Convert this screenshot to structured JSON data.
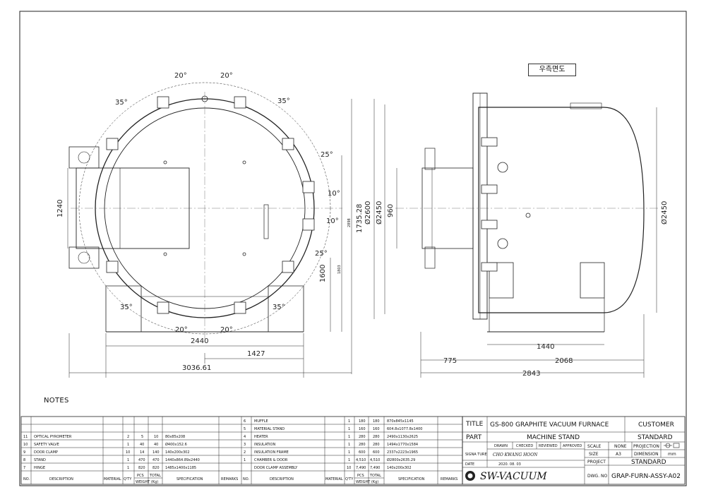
{
  "drawing": {
    "view_label": "우측면도",
    "notes_label": "NOTES",
    "dimensions": {
      "front_width": "2440",
      "front_offset": "1427",
      "front_overall": "3036.61",
      "front_height": "1240",
      "dia_2600": "Ø2600",
      "dia_2450": "Ø2450",
      "h_1600": "1600",
      "h_1735": "1735.28",
      "h_2898": "2898",
      "h_1803": "1803",
      "side_960": "960",
      "side_dia_2450": "Ø2450",
      "side_1440": "1440",
      "side_775": "775",
      "side_2068": "2068",
      "side_overall": "2843"
    },
    "angles": {
      "a_top_l": "20°",
      "a_top_r": "20°",
      "a_35_tl": "35°",
      "a_35_tr": "35°",
      "a_25_r": "25°",
      "a_10_r1": "10°",
      "a_10_r2": "10°",
      "a_25_r2": "25°",
      "a_35_bl": "35°",
      "a_35_br": "35°",
      "a_bot_l": "20°",
      "a_bot_r": "20°"
    }
  },
  "bom": {
    "headers": {
      "no": "NO.",
      "description": "DESCRIPTION",
      "material": "MATERIAL",
      "qty": "Q'TY",
      "weight": "WEIGHT (Kg)",
      "pcs": "PCS",
      "total": "TOTAL",
      "spec": "SPECIFICATION",
      "remarks": "REMARKS"
    },
    "left": [
      {
        "no": "11",
        "desc": "OPTICAL PYROMETER",
        "mat": "",
        "qty": "2",
        "pcs": "5",
        "total": "10",
        "spec": "80x85x208"
      },
      {
        "no": "10",
        "desc": "SAFETY VALVE",
        "mat": "",
        "qty": "1",
        "pcs": "40",
        "total": "40",
        "spec": "Ø400x152.6"
      },
      {
        "no": "9",
        "desc": "DOOR CLAMP",
        "mat": "",
        "qty": "10",
        "pcs": "14",
        "total": "140",
        "spec": "140x200x302"
      },
      {
        "no": "8",
        "desc": "STAND",
        "mat": "",
        "qty": "1",
        "pcs": "470",
        "total": "470",
        "spec": "1440x864.89x2440"
      },
      {
        "no": "7",
        "desc": "HINGE",
        "mat": "",
        "qty": "1",
        "pcs": "820",
        "total": "820",
        "spec": "1485x1400x1185"
      }
    ],
    "right": [
      {
        "no": "6",
        "desc": "MUFFLE",
        "mat": "",
        "qty": "1",
        "pcs": "180",
        "total": "180",
        "spec": "870x845x1145"
      },
      {
        "no": "5",
        "desc": "MATERIAL STAND",
        "mat": "",
        "qty": "1",
        "pcs": "160",
        "total": "160",
        "spec": "604.8x1077.8x1400"
      },
      {
        "no": "4",
        "desc": "HEATER",
        "mat": "",
        "qty": "1",
        "pcs": "280",
        "total": "280",
        "spec": "2490x1130x2625"
      },
      {
        "no": "3",
        "desc": "INSULATION",
        "mat": "",
        "qty": "1",
        "pcs": "280",
        "total": "280",
        "spec": "1494x1770x1584"
      },
      {
        "no": "2",
        "desc": "INSULATION FRAME",
        "mat": "",
        "qty": "1",
        "pcs": "600",
        "total": "600",
        "spec": "2337x2223x1965"
      },
      {
        "no": "1",
        "desc": "CHAMBER & DOOR",
        "mat": "",
        "qty": "1",
        "pcs": "4,510",
        "total": "4,510",
        "spec": "Ø2800x2635.29"
      },
      {
        "no": "",
        "desc": "DOOR CLAMP ASSEMBLY",
        "mat": "",
        "qty": "10",
        "pcs": "7,490",
        "total": "7,490",
        "spec": "140x200x302"
      }
    ]
  },
  "title_block": {
    "title_label": "TITLE",
    "title_value": "GS-800 GRAPHITE VACUUM FURNACE",
    "customer_label": "CUSTOMER",
    "part_label": "PART",
    "part_value": "MACHINE STAND",
    "standard_1": "STANDARD",
    "drawn": "DRAWN",
    "checked": "CHECKED",
    "reviewed": "REVIEWED",
    "approved": "APPROVED",
    "scale_label": "SCALE",
    "scale_value": "NONE",
    "projection_label": "PROJECTION",
    "signature_label": "SIGNA TURE",
    "signature_value": "CHO KWANG HOON",
    "size_label": "SIZE",
    "size_value": "A3",
    "dimension_label": "DIMENSION",
    "dimension_value": "mm",
    "date_label": "DATE",
    "date_value": "2020. 08. 03",
    "project_label": "PROJECT",
    "project_value": "STANDARD",
    "company": "SW-VACUUM",
    "dwg_label": "DWG. NO",
    "dwg_value": "GRAP-FURN-ASSY-A02"
  },
  "colors": {
    "line": "#222222",
    "center": "#555555"
  }
}
